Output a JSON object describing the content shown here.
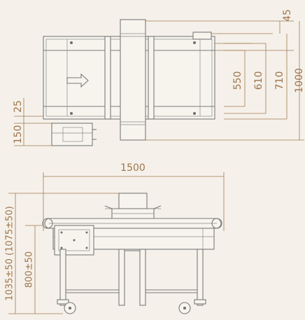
{
  "top_view": {
    "dim_45": "45",
    "dim_550": "550",
    "dim_610": "610",
    "dim_710": "710",
    "dim_1000": "1000",
    "dim_25": "25",
    "dim_150": "150"
  },
  "side_view": {
    "dim_1500": "1500",
    "dim_height": "1035±50 (1075±50)",
    "dim_800": "800±50"
  },
  "colors": {
    "background": "#f5f1ea",
    "dimension": "#a0744a",
    "outline": "#7a7a7a"
  }
}
